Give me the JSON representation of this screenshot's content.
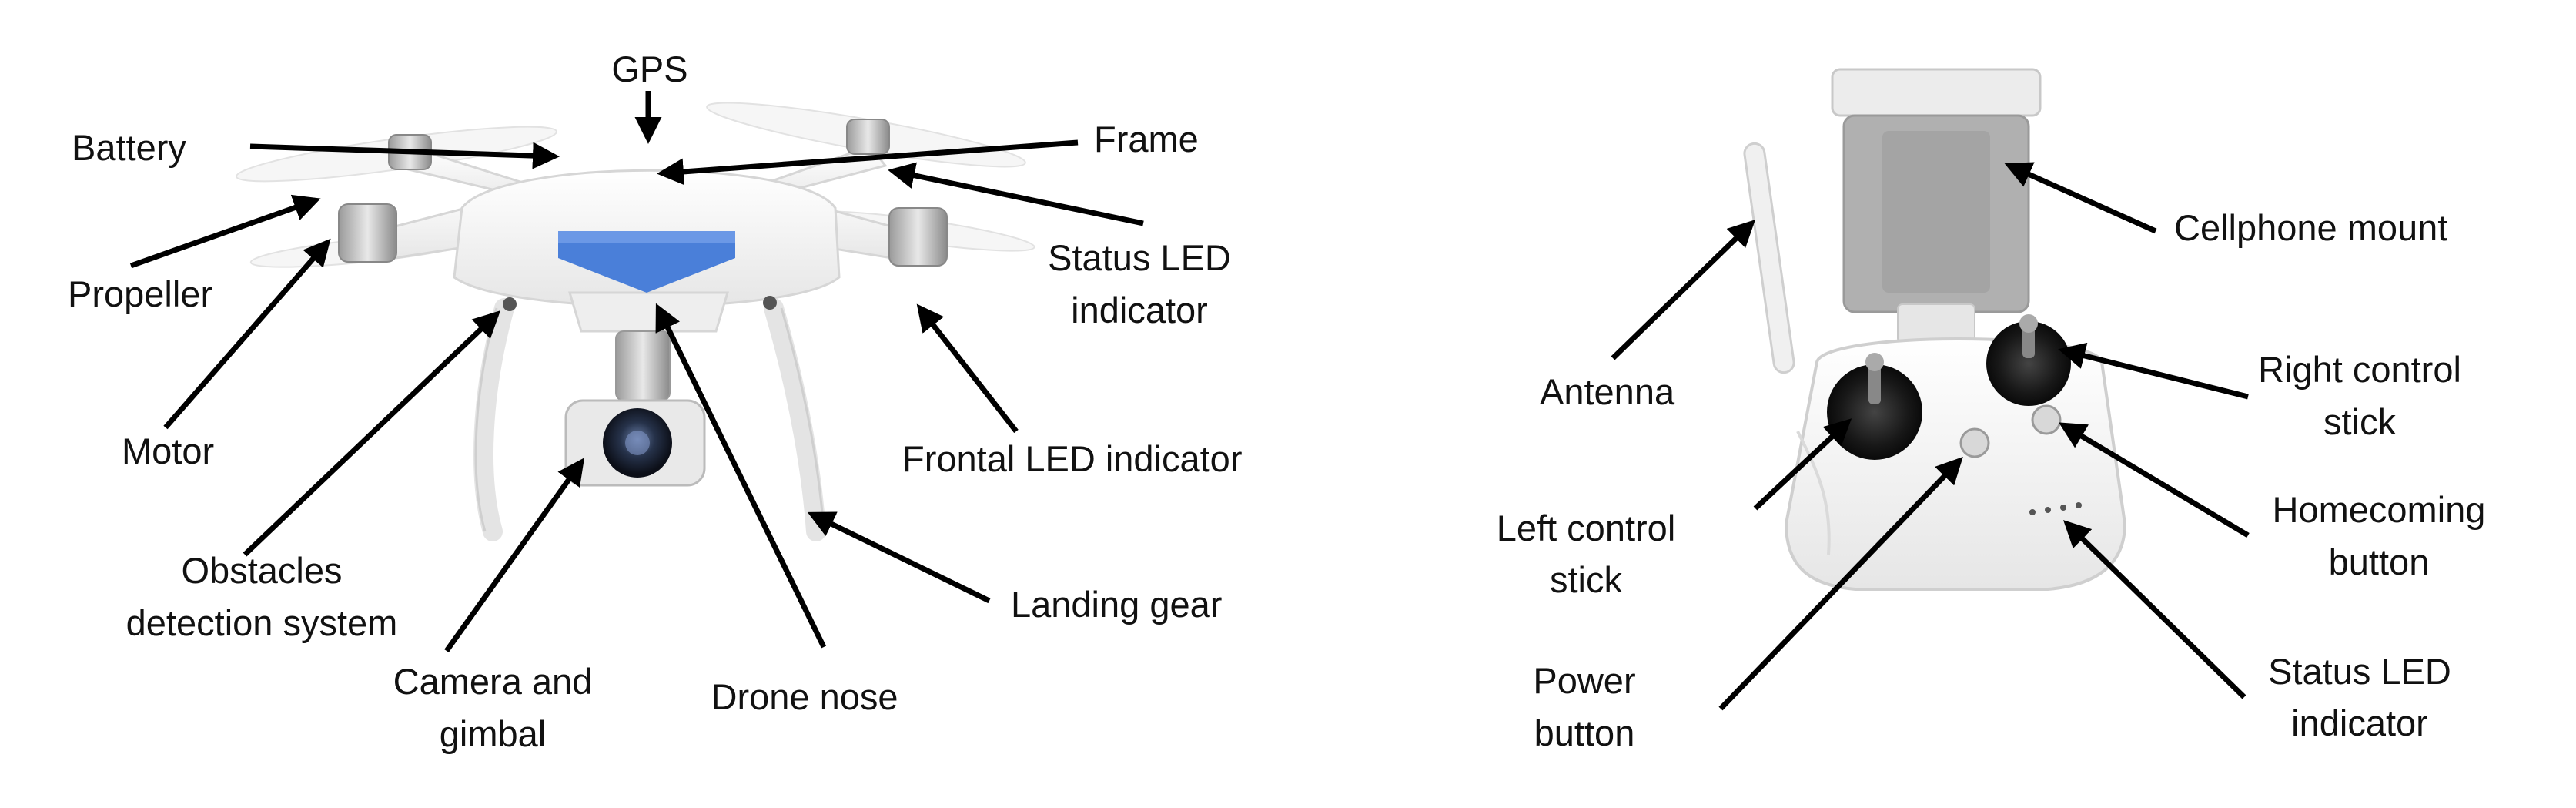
{
  "drone_labels": {
    "gps": "GPS",
    "battery": "Battery",
    "frame": "Frame",
    "propeller": "Propeller",
    "status_led_l1": "Status LED",
    "status_led_l2": "indicator",
    "motor": "Motor",
    "frontal_led": "Frontal LED indicator",
    "obstacles_l1": "Obstacles",
    "obstacles_l2": "detection system",
    "camera_l1": "Camera and",
    "camera_l2": "gimbal",
    "nose": "Drone nose",
    "landing_gear": "Landing gear"
  },
  "controller_labels": {
    "antenna": "Antenna",
    "cellphone_mount": "Cellphone mount",
    "right_stick_l1": "Right control",
    "right_stick_l2": "stick",
    "left_stick_l1": "Left control",
    "left_stick_l2": "stick",
    "homecoming_l1": "Homecoming",
    "homecoming_l2": "button",
    "power_l1": "Power",
    "power_l2": "button",
    "status_led_l1": "Status LED",
    "status_led_l2": "indicator"
  },
  "colors": {
    "nose_arrow": "#4a7fd9",
    "body": "#f2f2f2",
    "stroke": "#d2d2d2"
  }
}
